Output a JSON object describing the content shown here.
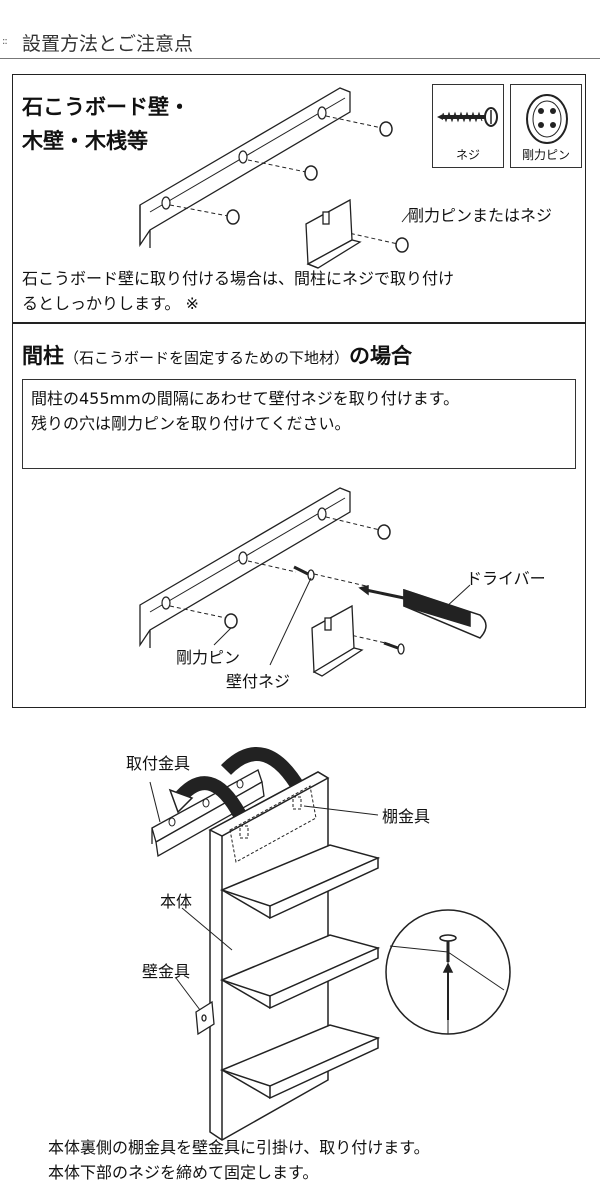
{
  "header": {
    "bullet": "::",
    "title": "設置方法とご注意点"
  },
  "section1": {
    "title_line1": "石こうボード壁・",
    "title_line2": "木壁・木桟等",
    "icon_screw_label": "ネジ",
    "icon_pin_label": "剛力ピン",
    "callout": "剛力ピンまたはネジ",
    "desc_line1": "石こうボード壁に取り付ける場合は、間柱にネジで取り付け",
    "desc_line2": "るとしっかりします。 ※"
  },
  "section2": {
    "title_main": "間柱",
    "title_paren": "（石こうボードを固定するための下地材）",
    "title_suffix": "の場合",
    "info_line1": "間柱の455mmの間隔にあわせて壁付ネジを取り付けます。",
    "info_line2": "残りの穴は剛力ピンを取り付けてください。",
    "label_driver": "ドライバー",
    "label_pin": "剛力ピン",
    "label_screw": "壁付ネジ"
  },
  "section3": {
    "label_bracket": "取付金具",
    "label_shelf_bracket": "棚金具",
    "label_body": "本体",
    "label_wall_bracket": "壁金具",
    "caption_line1": "本体裏側の棚金具を壁金具に引掛け、取り付けます。",
    "caption_line2": "本体下部のネジを締めて固定します。"
  }
}
